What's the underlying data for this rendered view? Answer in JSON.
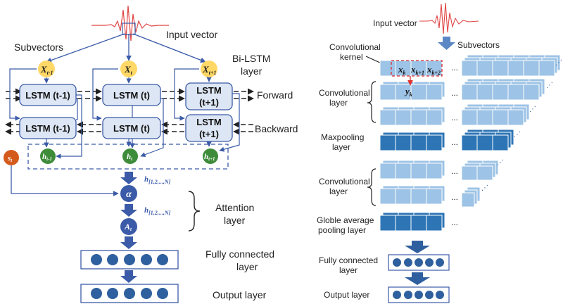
{
  "left": {
    "input_vector": "Input vector",
    "subvectors": "Subvectors",
    "bilstm": [
      "Bi-LSTM",
      "layer"
    ],
    "forward": "Forward",
    "backward": "Backward",
    "x_nodes": [
      {
        "base": "X",
        "sub": "t-1"
      },
      {
        "base": "X",
        "sub": "t"
      },
      {
        "base": "X",
        "sub": "t+1"
      }
    ],
    "forward_cells": [
      [
        "LSTM (t-1)"
      ],
      [
        "LSTM (t)"
      ],
      [
        "LSTM",
        "(t+1)"
      ]
    ],
    "backward_cells": [
      [
        "LSTM (t-1)"
      ],
      [
        "LSTM (t)"
      ],
      [
        "LSTM",
        "(t+1)"
      ]
    ],
    "h_nodes": [
      {
        "base": "h",
        "sub": "t-1"
      },
      {
        "base": "h",
        "sub": "t"
      },
      {
        "base": "h",
        "sub": "t+1"
      }
    ],
    "s_node": {
      "base": "s",
      "sub": "t"
    },
    "alpha": "α",
    "a_node": {
      "base": "A",
      "sub": "t"
    },
    "h_seq_label": {
      "base": "h",
      "sub": "[1,2,...,N]"
    },
    "attention": [
      "Attention",
      "layer"
    ],
    "fully_connected": [
      "Fully connected",
      "layer"
    ],
    "output": "Output layer"
  },
  "right": {
    "input_vector": "Input vector",
    "subvectors": "Subvectors",
    "conv_kernel": [
      "Convolutional",
      "kernel"
    ],
    "conv_layer_1": [
      "Convolutional",
      "layer"
    ],
    "maxpooling": [
      "Maxpooling",
      "layer"
    ],
    "conv_layer_2": [
      "Convolutional",
      "layer"
    ],
    "gap": [
      "Globle average",
      "pooling layer"
    ],
    "fully_connected": [
      "Fully connected",
      "layer"
    ],
    "output": "Output layer",
    "kernel_cells": [
      {
        "base": "x",
        "sub": "k"
      },
      {
        "base": "x",
        "sub": "k+1"
      },
      {
        "base": "x",
        "sub": "k+2"
      }
    ],
    "y_cell": {
      "base": "y",
      "sub": "k"
    },
    "ellipsis": "...",
    "diag_dots": "⋰"
  },
  "colors": {
    "accent_blue": "#4472c4",
    "dark_blue": "#2e5f9e",
    "line_blue": "#3b5ba8",
    "cell_fill": "#dde6f4",
    "yellow": "#ffd867",
    "green": "#3e8c3a",
    "orange": "#d45a1c",
    "light_blue": "#9dc3e6",
    "dark_cell": "#2e75b6",
    "signal_red": "#e04545",
    "kernel_red": "#e03030"
  }
}
